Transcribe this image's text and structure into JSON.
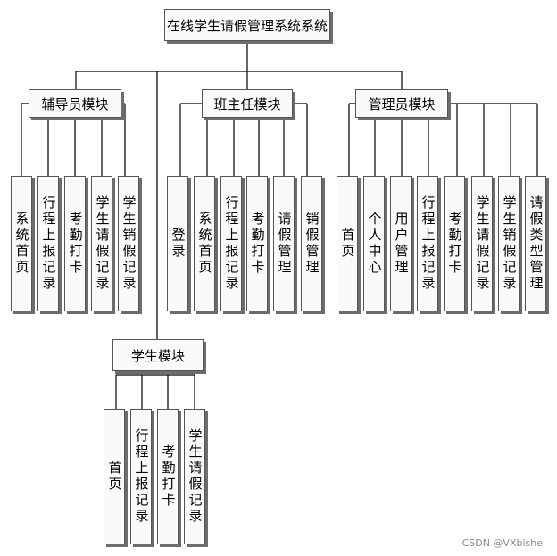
{
  "root": {
    "label": "在线学生请假管理系统系统"
  },
  "counselor_module": {
    "label": "辅导员模块",
    "items": [
      "系统首页",
      "行程上报记录",
      "考勤打卡",
      "学生请假记录",
      "学生销假记录"
    ]
  },
  "headteacher_module": {
    "label": "班主任模块",
    "items": [
      "登录",
      "系统首页",
      "行程上报记录",
      "考勤打卡",
      "请假管理",
      "销假管理"
    ]
  },
  "admin_module": {
    "label": "管理员模块",
    "items": [
      "首页",
      "个人中心",
      "用户管理",
      "行程上报记录",
      "考勤打卡",
      "学生请假记录",
      "学生销假记录",
      "请假类型管理"
    ]
  },
  "student_module": {
    "label": "学生模块",
    "items": [
      "首页",
      "行程上报记录",
      "考勤打卡",
      "学生请假记录"
    ]
  },
  "watermark": "CSDN @VXbishe"
}
